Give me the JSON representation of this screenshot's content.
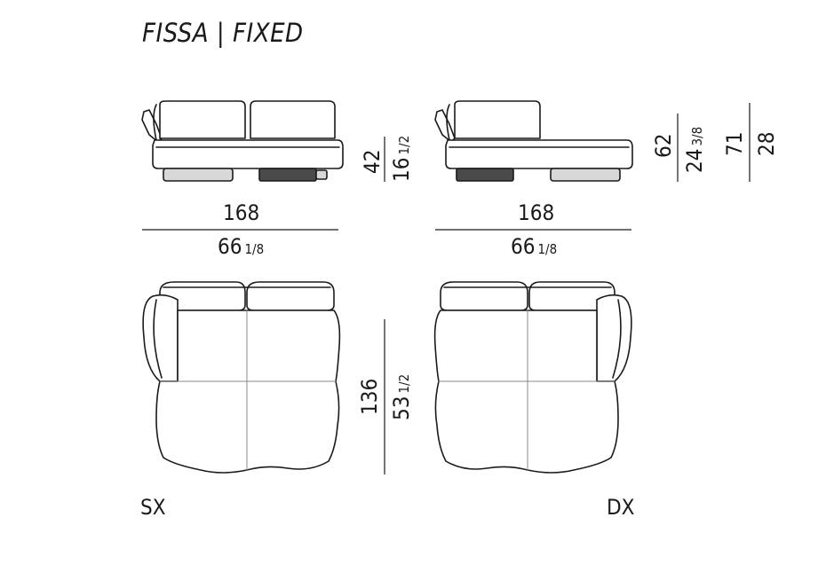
{
  "title": "FISSA | FIXED",
  "elevation": {
    "left": {
      "width_cm": "168",
      "width_in_whole": "66",
      "width_in_frac": "1/8",
      "height_cm": "42",
      "height_in_whole": "16",
      "height_in_frac": "1/2"
    },
    "right": {
      "width_cm": "168",
      "width_in_whole": "66",
      "width_in_frac": "1/8",
      "back_height_cm": "62",
      "back_height_in_whole": "24",
      "back_height_in_frac": "3/8",
      "total_height_cm": "71",
      "total_height_in": "28"
    }
  },
  "plan": {
    "depth_cm": "136",
    "depth_in_whole": "53",
    "depth_in_frac": "1/2",
    "left_label": "SX",
    "right_label": "DX"
  },
  "colors": {
    "line": "#1a1a1a",
    "fill": "#ffffff",
    "base_grey": "#d8d8d8",
    "base_dark": "#4a4a4a"
  }
}
